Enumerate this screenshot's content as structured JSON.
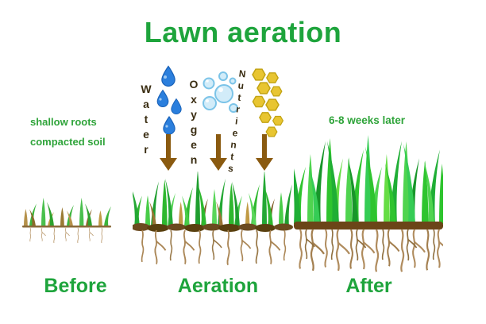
{
  "title": "Lawn aeration",
  "before": {
    "caption_line1": "shallow roots",
    "caption_line2": "compacted soil",
    "label": "Before"
  },
  "aeration": {
    "label": "Aeration",
    "inputs": [
      {
        "name": "Water",
        "icon": "water-droplets-icon"
      },
      {
        "name": "Oxygen",
        "icon": "oxygen-bubbles-icon"
      },
      {
        "name": "Nutrients",
        "icon": "nutrient-hexagons-icon"
      }
    ]
  },
  "after": {
    "caption": "6-8 weeks later",
    "label": "After"
  },
  "colors": {
    "accent_green": "#1ea43c",
    "grass_green": "#2eb82e",
    "water_blue": "#2b7fdd",
    "bubble_blue": "#d2ecf9",
    "nutrient_yellow": "#e8c531",
    "arrow_brown": "#8a5a10",
    "root_brown": "#ab8757",
    "soil_brown": "#6b4518"
  }
}
